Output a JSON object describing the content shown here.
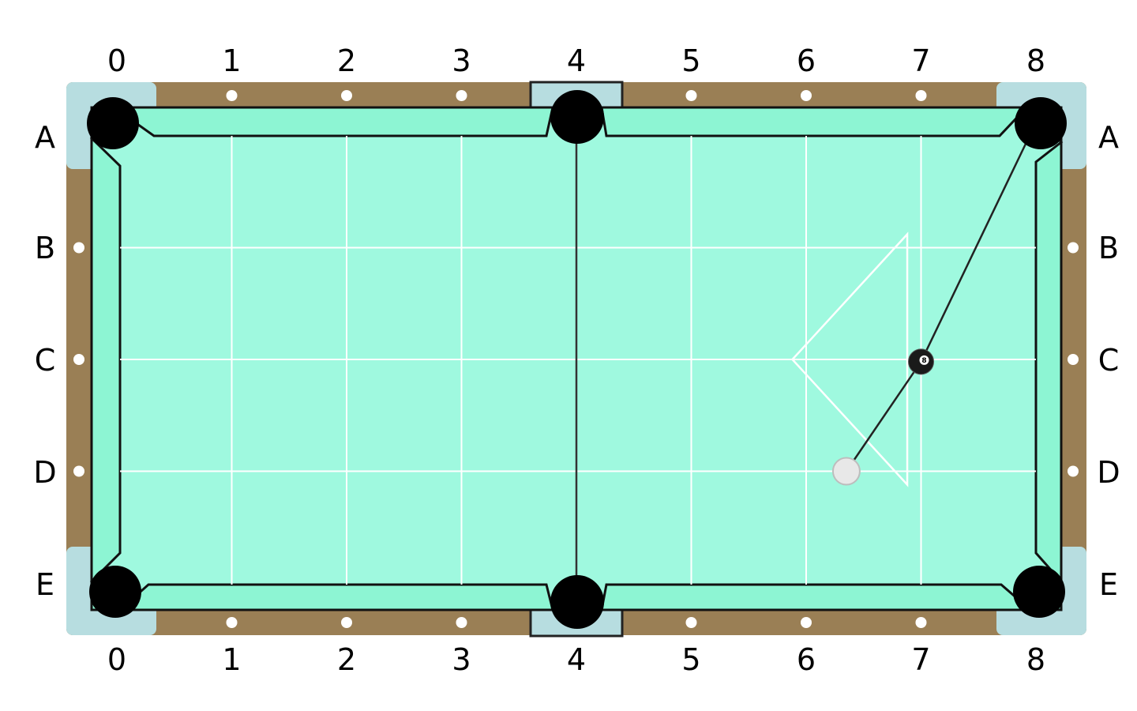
{
  "columns": [
    "0",
    "1",
    "2",
    "3",
    "4",
    "5",
    "6",
    "7",
    "8"
  ],
  "rows": [
    "A",
    "B",
    "C",
    "D",
    "E"
  ],
  "balls": {
    "cue": {
      "name": "cue-ball",
      "col": 6.35,
      "row": 3.0
    },
    "eight": {
      "name": "eight-ball",
      "label": "8",
      "col": 7.0,
      "row": 2.02
    }
  },
  "shot": {
    "target_pocket": "top-right",
    "path": [
      "cue-ball",
      "eight-ball",
      "pocket-top-right"
    ]
  },
  "rack": {
    "apex": [
      5.88,
      2.0
    ],
    "back_top": [
      6.88,
      0.88
    ],
    "back_bottom": [
      6.88,
      3.12
    ]
  },
  "colors": {
    "cloth": "#9ff9df",
    "cushion": "#8df5d3",
    "rail": "#9a7f55",
    "corner": "#b7dde0",
    "pocket": "#000000",
    "grid": "#ffffff",
    "diamond": "#ffffff"
  }
}
